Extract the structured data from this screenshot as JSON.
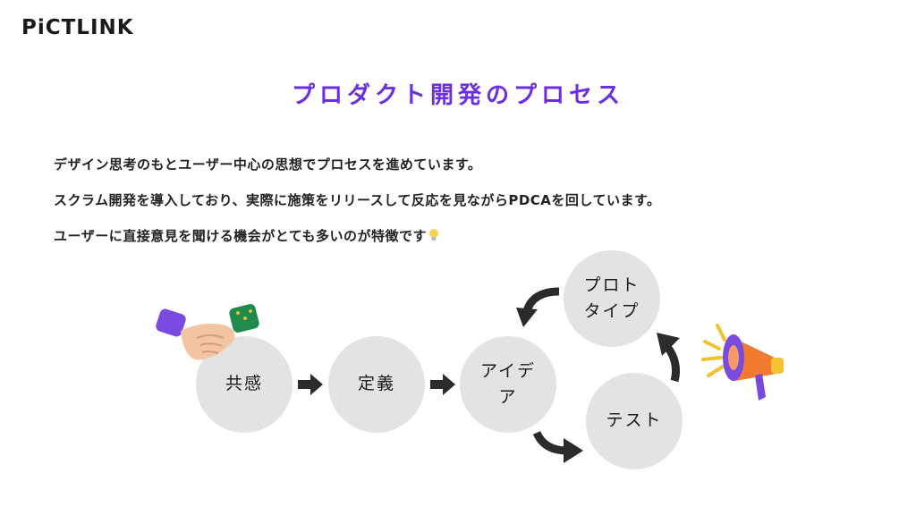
{
  "brand": {
    "logo_text": "PiCTLINK"
  },
  "slide": {
    "title": "プロダクト開発のプロセス",
    "lines": [
      "デザイン思考のもとユーザー中心の思想でプロセスを進めています。",
      "スクラム開発を導入しており、実際に施策をリリースして反応を見ながらPDCAを回しています。",
      "ユーザーに直接意見を聞ける機会がとても多いのが特徴です"
    ],
    "line3_emoji": "lightbulb-icon"
  },
  "diagram": {
    "nodes": {
      "empathy": "共感",
      "define": "定義",
      "ideate_1": "アイデ",
      "ideate_2": "ア",
      "prototype_1": "プロト",
      "prototype_2": "タイプ",
      "test": "テスト"
    },
    "icons": [
      "handshake-icon",
      "megaphone-icon",
      "arrow-right-icon",
      "curved-arrow-icon"
    ],
    "colors": {
      "title": "#6b2fe0",
      "node": "#e3e3e3",
      "arrow": "#2b2b2b"
    }
  }
}
